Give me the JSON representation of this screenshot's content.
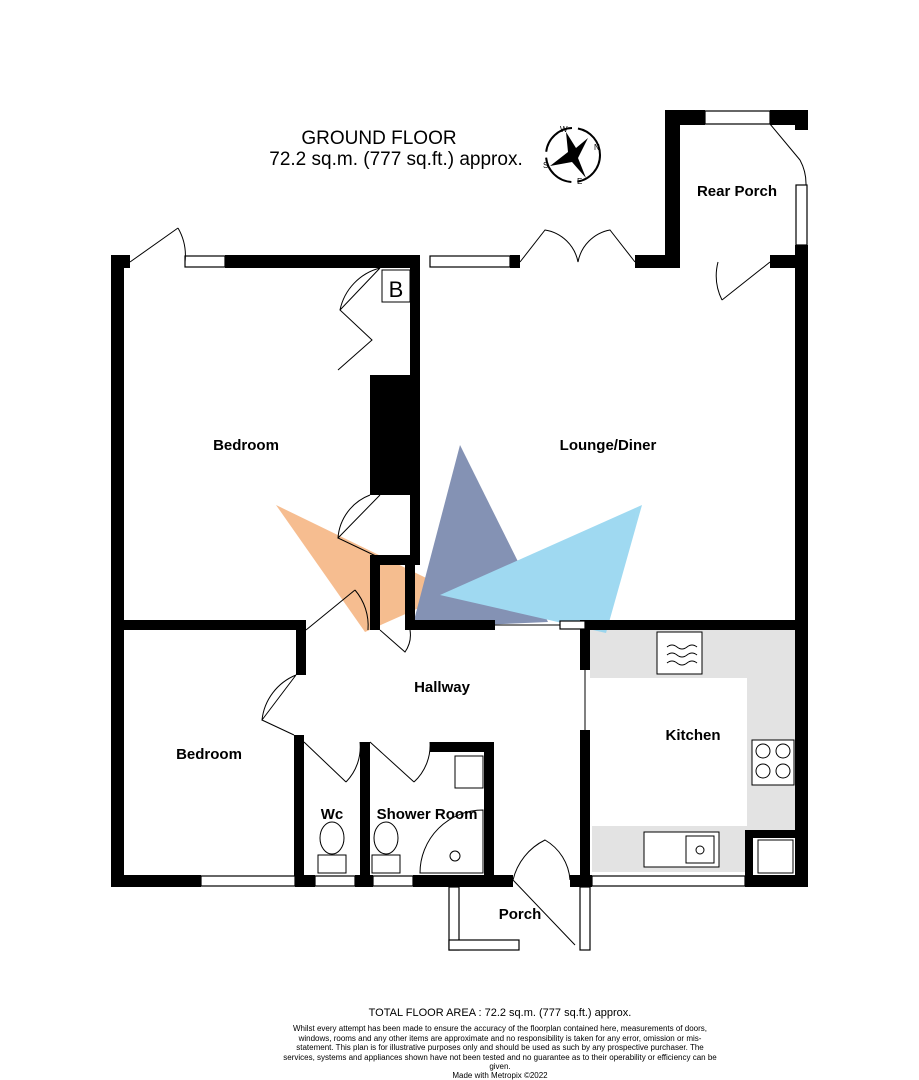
{
  "title": {
    "floor": "GROUND FLOOR",
    "area": "72.2 sq.m. (777 sq.ft.) approx."
  },
  "compass": {
    "icon": "compass-icon",
    "letters": [
      "N",
      "E",
      "S",
      "W"
    ]
  },
  "rooms": {
    "bedroom1": "Bedroom",
    "lounge": "Lounge/Diner",
    "rear_porch": "Rear Porch",
    "hallway": "Hallway",
    "bedroom2": "Bedroom",
    "kitchen": "Kitchen",
    "wc": "Wc",
    "shower": "Shower Room",
    "porch": "Porch",
    "boiler": "B"
  },
  "colors": {
    "wall": "#000000",
    "counter": "#e3e3e3",
    "view_orange": "#f4b27c",
    "view_navy": "#6f7fa8",
    "view_cyan": "#8fd3ef"
  },
  "footer": {
    "total": "TOTAL FLOOR AREA : 72.2 sq.m. (777 sq.ft.) approx.",
    "disclaimer": "Whilst every attempt has been made to ensure the accuracy of the floorplan contained here, measurements of doors, windows, rooms and any other items are approximate and no responsibility is taken for any error, omission or mis-statement. This plan is for illustrative purposes only and should be used as such by any prospective purchaser. The services, systems and appliances shown have not been tested and no guarantee as to their operability or efficiency can be given.",
    "made_with": "Made with Metropix ©2022"
  }
}
